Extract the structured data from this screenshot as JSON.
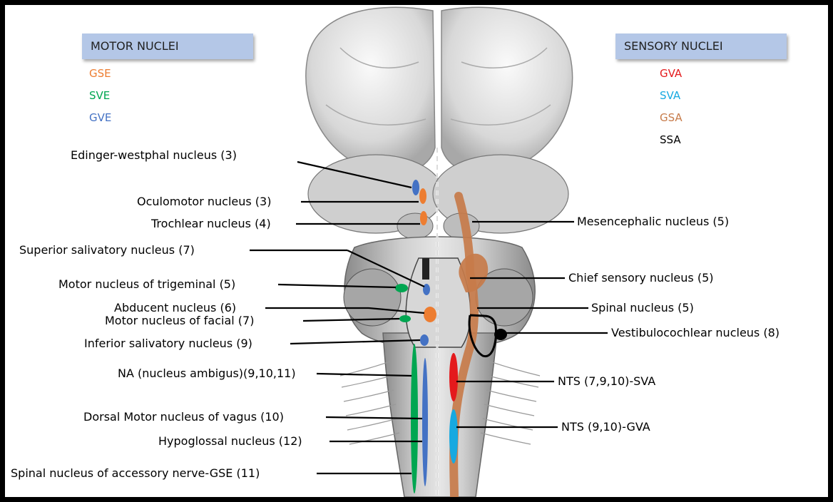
{
  "legend": {
    "motor": {
      "title": "MOTOR NUCLEI",
      "items": [
        {
          "code": "GSE",
          "color": "#ed7d31"
        },
        {
          "code": "SVE",
          "color": "#00a651"
        },
        {
          "code": "GVE",
          "color": "#4472c4"
        }
      ]
    },
    "sensory": {
      "title": "SENSORY NUCLEI",
      "items": [
        {
          "code": "GVA",
          "color": "#e41a1c"
        },
        {
          "code": "SVA",
          "color": "#17a9e1"
        },
        {
          "code": "GSA",
          "color": "#c77b4a"
        },
        {
          "code": "SSA",
          "color": "#000000"
        }
      ]
    }
  },
  "labels_left": [
    "Edinger-westphal nucleus (3)",
    "Oculomotor nucleus (3)",
    "Trochlear nucleus (4)",
    "Superior salivatory nucleus (7)",
    "Motor nucleus of trigeminal (5)",
    "Abducent nucleus (6)",
    "Motor nucleus of facial (7)",
    "Inferior salivatory nucleus (9)",
    "NA (nucleus ambigus)(9,10,11)",
    "Dorsal Motor nucleus of vagus (10)",
    "Hypoglossal nucleus (12)",
    "Spinal nucleus of accessory nerve-GSE (11)"
  ],
  "labels_right": [
    "Mesencephalic nucleus (5)",
    "Chief sensory nucleus (5)",
    "Spinal nucleus (5)",
    "Vestibulocochlear nucleus (8)",
    "NTS (7,9,10)-SVA",
    "NTS (9,10)-GVA"
  ]
}
